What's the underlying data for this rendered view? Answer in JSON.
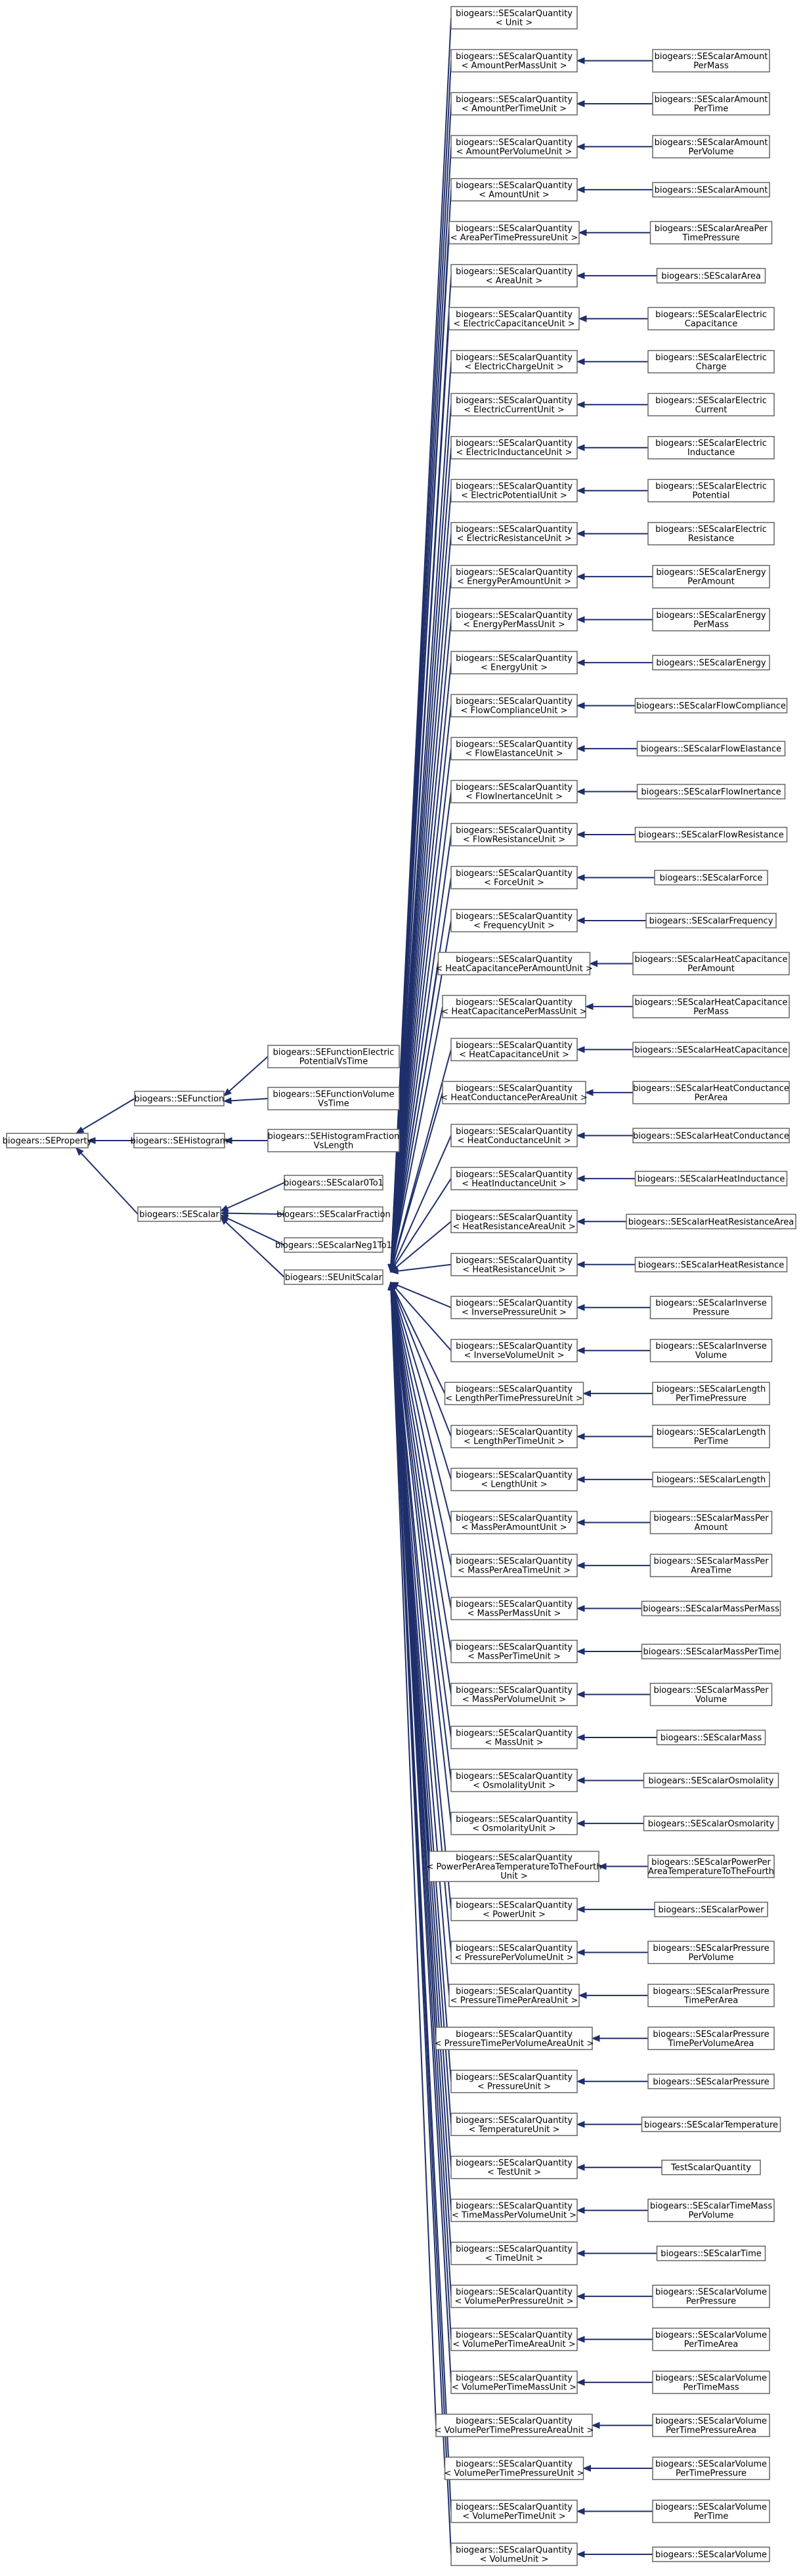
{
  "colors": {
    "edge": "#1f2f6b",
    "box_border": "#666666",
    "background": "#ffffff"
  },
  "nodes": {
    "property": [
      "biogears::SEProperty"
    ],
    "function": [
      "biogears::SEFunction"
    ],
    "histogram": [
      "biogears::SEHistogram"
    ],
    "scalar": [
      "biogears::SEScalar"
    ],
    "function_children": [
      [
        "biogears::SEFunctionElectric",
        "PotentialVsTime"
      ],
      [
        "biogears::SEFunctionVolume",
        "VsTime"
      ]
    ],
    "histogram_children": [
      [
        "biogears::SEHistogramFraction",
        "VsLength"
      ]
    ],
    "scalar_children": [
      [
        "biogears::SEScalar0To1"
      ],
      [
        "biogears::SEScalarFraction"
      ],
      [
        "biogears::SEScalarNeg1To1"
      ],
      [
        "biogears::SEUnitScalar"
      ]
    ],
    "quantities": [
      {
        "label": [
          "biogears::SEScalarQuantity",
          "< Unit >"
        ],
        "child": null
      },
      {
        "label": [
          "biogears::SEScalarQuantity",
          "< AmountPerMassUnit >"
        ],
        "child": [
          "biogears::SEScalarAmount",
          "PerMass"
        ]
      },
      {
        "label": [
          "biogears::SEScalarQuantity",
          "< AmountPerTimeUnit >"
        ],
        "child": [
          "biogears::SEScalarAmount",
          "PerTime"
        ]
      },
      {
        "label": [
          "biogears::SEScalarQuantity",
          "< AmountPerVolumeUnit >"
        ],
        "child": [
          "biogears::SEScalarAmount",
          "PerVolume"
        ]
      },
      {
        "label": [
          "biogears::SEScalarQuantity",
          "< AmountUnit >"
        ],
        "child": [
          "biogears::SEScalarAmount"
        ]
      },
      {
        "label": [
          "biogears::SEScalarQuantity",
          "< AreaPerTimePressureUnit >"
        ],
        "child": [
          "biogears::SEScalarAreaPer",
          "TimePressure"
        ]
      },
      {
        "label": [
          "biogears::SEScalarQuantity",
          "< AreaUnit >"
        ],
        "child": [
          "biogears::SEScalarArea"
        ]
      },
      {
        "label": [
          "biogears::SEScalarQuantity",
          "< ElectricCapacitanceUnit >"
        ],
        "child": [
          "biogears::SEScalarElectric",
          "Capacitance"
        ]
      },
      {
        "label": [
          "biogears::SEScalarQuantity",
          "< ElectricChargeUnit >"
        ],
        "child": [
          "biogears::SEScalarElectric",
          "Charge"
        ]
      },
      {
        "label": [
          "biogears::SEScalarQuantity",
          "< ElectricCurrentUnit >"
        ],
        "child": [
          "biogears::SEScalarElectric",
          "Current"
        ]
      },
      {
        "label": [
          "biogears::SEScalarQuantity",
          "< ElectricInductanceUnit >"
        ],
        "child": [
          "biogears::SEScalarElectric",
          "Inductance"
        ]
      },
      {
        "label": [
          "biogears::SEScalarQuantity",
          "< ElectricPotentialUnit >"
        ],
        "child": [
          "biogears::SEScalarElectric",
          "Potential"
        ]
      },
      {
        "label": [
          "biogears::SEScalarQuantity",
          "< ElectricResistanceUnit >"
        ],
        "child": [
          "biogears::SEScalarElectric",
          "Resistance"
        ]
      },
      {
        "label": [
          "biogears::SEScalarQuantity",
          "< EnergyPerAmountUnit >"
        ],
        "child": [
          "biogears::SEScalarEnergy",
          "PerAmount"
        ]
      },
      {
        "label": [
          "biogears::SEScalarQuantity",
          "< EnergyPerMassUnit >"
        ],
        "child": [
          "biogears::SEScalarEnergy",
          "PerMass"
        ]
      },
      {
        "label": [
          "biogears::SEScalarQuantity",
          "< EnergyUnit >"
        ],
        "child": [
          "biogears::SEScalarEnergy"
        ]
      },
      {
        "label": [
          "biogears::SEScalarQuantity",
          "< FlowComplianceUnit >"
        ],
        "child": [
          "biogears::SEScalarFlowCompliance"
        ]
      },
      {
        "label": [
          "biogears::SEScalarQuantity",
          "< FlowElastanceUnit >"
        ],
        "child": [
          "biogears::SEScalarFlowElastance"
        ]
      },
      {
        "label": [
          "biogears::SEScalarQuantity",
          "< FlowInertanceUnit >"
        ],
        "child": [
          "biogears::SEScalarFlowInertance"
        ]
      },
      {
        "label": [
          "biogears::SEScalarQuantity",
          "< FlowResistanceUnit >"
        ],
        "child": [
          "biogears::SEScalarFlowResistance"
        ]
      },
      {
        "label": [
          "biogears::SEScalarQuantity",
          "< ForceUnit >"
        ],
        "child": [
          "biogears::SEScalarForce"
        ]
      },
      {
        "label": [
          "biogears::SEScalarQuantity",
          "< FrequencyUnit >"
        ],
        "child": [
          "biogears::SEScalarFrequency"
        ]
      },
      {
        "label": [
          "biogears::SEScalarQuantity",
          "< HeatCapacitancePerAmountUnit >"
        ],
        "child": [
          "biogears::SEScalarHeatCapacitance",
          "PerAmount"
        ]
      },
      {
        "label": [
          "biogears::SEScalarQuantity",
          "< HeatCapacitancePerMassUnit >"
        ],
        "child": [
          "biogears::SEScalarHeatCapacitance",
          "PerMass"
        ]
      },
      {
        "label": [
          "biogears::SEScalarQuantity",
          "< HeatCapacitanceUnit >"
        ],
        "child": [
          "biogears::SEScalarHeatCapacitance"
        ]
      },
      {
        "label": [
          "biogears::SEScalarQuantity",
          "< HeatConductancePerAreaUnit >"
        ],
        "child": [
          "biogears::SEScalarHeatConductance",
          "PerArea"
        ]
      },
      {
        "label": [
          "biogears::SEScalarQuantity",
          "< HeatConductanceUnit >"
        ],
        "child": [
          "biogears::SEScalarHeatConductance"
        ]
      },
      {
        "label": [
          "biogears::SEScalarQuantity",
          "< HeatInductanceUnit >"
        ],
        "child": [
          "biogears::SEScalarHeatInductance"
        ]
      },
      {
        "label": [
          "biogears::SEScalarQuantity",
          "< HeatResistanceAreaUnit >"
        ],
        "child": [
          "biogears::SEScalarHeatResistanceArea"
        ]
      },
      {
        "label": [
          "biogears::SEScalarQuantity",
          "< HeatResistanceUnit >"
        ],
        "child": [
          "biogears::SEScalarHeatResistance"
        ]
      },
      {
        "label": [
          "biogears::SEScalarQuantity",
          "< InversePressureUnit >"
        ],
        "child": [
          "biogears::SEScalarInverse",
          "Pressure"
        ]
      },
      {
        "label": [
          "biogears::SEScalarQuantity",
          "< InverseVolumeUnit >"
        ],
        "child": [
          "biogears::SEScalarInverse",
          "Volume"
        ]
      },
      {
        "label": [
          "biogears::SEScalarQuantity",
          "< LengthPerTimePressureUnit >"
        ],
        "child": [
          "biogears::SEScalarLength",
          "PerTimePressure"
        ]
      },
      {
        "label": [
          "biogears::SEScalarQuantity",
          "< LengthPerTimeUnit >"
        ],
        "child": [
          "biogears::SEScalarLength",
          "PerTime"
        ]
      },
      {
        "label": [
          "biogears::SEScalarQuantity",
          "< LengthUnit >"
        ],
        "child": [
          "biogears::SEScalarLength"
        ]
      },
      {
        "label": [
          "biogears::SEScalarQuantity",
          "< MassPerAmountUnit >"
        ],
        "child": [
          "biogears::SEScalarMassPer",
          "Amount"
        ]
      },
      {
        "label": [
          "biogears::SEScalarQuantity",
          "< MassPerAreaTimeUnit >"
        ],
        "child": [
          "biogears::SEScalarMassPer",
          "AreaTime"
        ]
      },
      {
        "label": [
          "biogears::SEScalarQuantity",
          "< MassPerMassUnit >"
        ],
        "child": [
          "biogears::SEScalarMassPerMass"
        ]
      },
      {
        "label": [
          "biogears::SEScalarQuantity",
          "< MassPerTimeUnit >"
        ],
        "child": [
          "biogears::SEScalarMassPerTime"
        ]
      },
      {
        "label": [
          "biogears::SEScalarQuantity",
          "< MassPerVolumeUnit >"
        ],
        "child": [
          "biogears::SEScalarMassPer",
          "Volume"
        ]
      },
      {
        "label": [
          "biogears::SEScalarQuantity",
          "< MassUnit >"
        ],
        "child": [
          "biogears::SEScalarMass"
        ]
      },
      {
        "label": [
          "biogears::SEScalarQuantity",
          "< OsmolalityUnit >"
        ],
        "child": [
          "biogears::SEScalarOsmolality"
        ]
      },
      {
        "label": [
          "biogears::SEScalarQuantity",
          "< OsmolarityUnit >"
        ],
        "child": [
          "biogears::SEScalarOsmolarity"
        ]
      },
      {
        "label": [
          "biogears::SEScalarQuantity",
          "< PowerPerAreaTemperatureToTheFourth",
          "Unit >"
        ],
        "child": [
          "biogears::SEScalarPowerPer",
          "AreaTemperatureToTheFourth"
        ]
      },
      {
        "label": [
          "biogears::SEScalarQuantity",
          "< PowerUnit >"
        ],
        "child": [
          "biogears::SEScalarPower"
        ]
      },
      {
        "label": [
          "biogears::SEScalarQuantity",
          "< PressurePerVolumeUnit >"
        ],
        "child": [
          "biogears::SEScalarPressure",
          "PerVolume"
        ]
      },
      {
        "label": [
          "biogears::SEScalarQuantity",
          "< PressureTimePerAreaUnit >"
        ],
        "child": [
          "biogears::SEScalarPressure",
          "TimePerArea"
        ]
      },
      {
        "label": [
          "biogears::SEScalarQuantity",
          "< PressureTimePerVolumeAreaUnit >"
        ],
        "child": [
          "biogears::SEScalarPressure",
          "TimePerVolumeArea"
        ]
      },
      {
        "label": [
          "biogears::SEScalarQuantity",
          "< PressureUnit >"
        ],
        "child": [
          "biogears::SEScalarPressure"
        ]
      },
      {
        "label": [
          "biogears::SEScalarQuantity",
          "< TemperatureUnit >"
        ],
        "child": [
          "biogears::SEScalarTemperature"
        ]
      },
      {
        "label": [
          "biogears::SEScalarQuantity",
          "< TestUnit >"
        ],
        "child": [
          "TestScalarQuantity"
        ]
      },
      {
        "label": [
          "biogears::SEScalarQuantity",
          "< TimeMassPerVolumeUnit >"
        ],
        "child": [
          "biogears::SEScalarTimeMass",
          "PerVolume"
        ]
      },
      {
        "label": [
          "biogears::SEScalarQuantity",
          "< TimeUnit >"
        ],
        "child": [
          "biogears::SEScalarTime"
        ]
      },
      {
        "label": [
          "biogears::SEScalarQuantity",
          "< VolumePerPressureUnit >"
        ],
        "child": [
          "biogears::SEScalarVolume",
          "PerPressure"
        ]
      },
      {
        "label": [
          "biogears::SEScalarQuantity",
          "< VolumePerTimeAreaUnit >"
        ],
        "child": [
          "biogears::SEScalarVolume",
          "PerTimeArea"
        ]
      },
      {
        "label": [
          "biogears::SEScalarQuantity",
          "< VolumePerTimeMassUnit >"
        ],
        "child": [
          "biogears::SEScalarVolume",
          "PerTimeMass"
        ]
      },
      {
        "label": [
          "biogears::SEScalarQuantity",
          "< VolumePerTimePressureAreaUnit >"
        ],
        "child": [
          "biogears::SEScalarVolume",
          "PerTimePressureArea"
        ]
      },
      {
        "label": [
          "biogears::SEScalarQuantity",
          "< VolumePerTimePressureUnit >"
        ],
        "child": [
          "biogears::SEScalarVolume",
          "PerTimePressure"
        ]
      },
      {
        "label": [
          "biogears::SEScalarQuantity",
          "< VolumePerTimeUnit >"
        ],
        "child": [
          "biogears::SEScalarVolume",
          "PerTime"
        ]
      },
      {
        "label": [
          "biogears::SEScalarQuantity",
          "< VolumeUnit >"
        ],
        "child": [
          "biogears::SEScalarVolume"
        ]
      }
    ]
  }
}
